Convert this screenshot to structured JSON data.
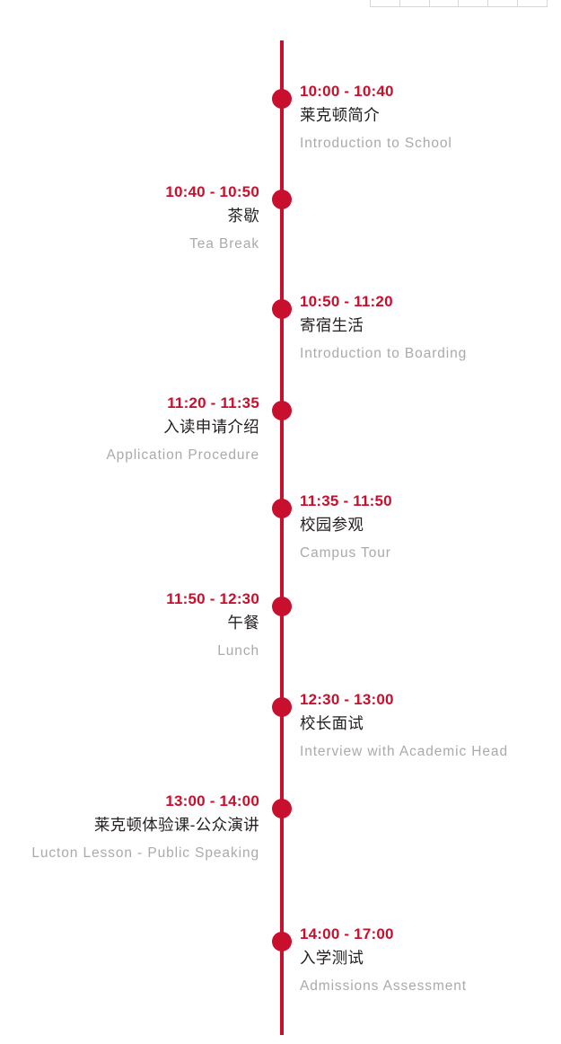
{
  "top_table_fragment": {
    "columns": 6,
    "border_color": "#d5d8da"
  },
  "theme": {
    "accent_color": "#c8102e",
    "title_color": "#231f20",
    "subtitle_color": "#aaaaaa",
    "background_color": "#ffffff"
  },
  "timeline": {
    "entries": [
      {
        "time": "10:00 - 10:40",
        "title": "莱克顿简介",
        "subtitle": "Introduction to School",
        "side": "right"
      },
      {
        "time": "10:40 - 10:50",
        "title": "茶歇",
        "subtitle": "Tea Break",
        "side": "left"
      },
      {
        "time": "10:50 - 11:20",
        "title": "寄宿生活",
        "subtitle": "Introduction to Boarding",
        "side": "right"
      },
      {
        "time": "11:20 - 11:35",
        "title": "入读申请介绍",
        "subtitle": "Application Procedure",
        "side": "left"
      },
      {
        "time": "11:35 - 11:50",
        "title": "校园参观",
        "subtitle": "Campus Tour",
        "side": "right"
      },
      {
        "time": "11:50 - 12:30",
        "title": "午餐",
        "subtitle": "Lunch",
        "side": "left"
      },
      {
        "time": "12:30 - 13:00",
        "title": "校长面试",
        "subtitle": "Interview with Academic Head",
        "side": "right"
      },
      {
        "time": "13:00 - 14:00",
        "title": "莱克顿体验课-公众演讲",
        "subtitle": "Lucton Lesson - Public Speaking",
        "side": "left"
      },
      {
        "time": "14:00 - 17:00",
        "title": "入学测试",
        "subtitle": "Admissions Assessment",
        "side": "right"
      }
    ]
  }
}
